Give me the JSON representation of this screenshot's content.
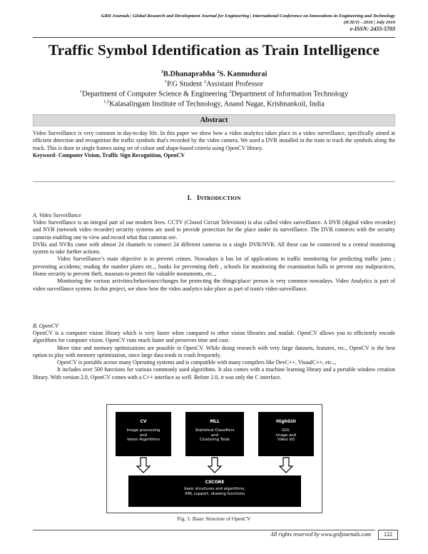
{
  "header": {
    "line1": "GRD Journals | Global Research and Development Journal for Engineering | International Conference on Innovations in Engineering and Technology",
    "line2": "(ICIET) - 2016 | July 2016",
    "line3": "e-ISSN: 2455-5703"
  },
  "title": "Traffic Symbol Identification as Train Intelligence",
  "authors": {
    "names": [
      {
        "sup": "1",
        "name": "B.Dhanaprabha "
      },
      {
        "sup": "2",
        "name": "S. Kannudurai"
      }
    ],
    "roles": [
      {
        "sup": "1",
        "text": "P.G Student "
      },
      {
        "sup": "2",
        "text": "Assistant Professor"
      }
    ],
    "depts": [
      {
        "sup": "1",
        "text": "Department of Computer Science & Engineering "
      },
      {
        "sup": "2",
        "text": "Department of Information Technology"
      }
    ],
    "inst": {
      "sup": "1,2",
      "text": "Kalasalingam Institute of Technology, Anand Nagar, Krishnankoil, India"
    }
  },
  "abstract": {
    "heading": "Abstract",
    "body": "Video Surveillance is very common in day-to-day life. In this paper we show how a video analytics takes place in a video surveillance, specifically aimed at efficient detection and recognition the traffic symbols that's recorded by the video camera. We used a DVR installed in the train to track the symbols along the track. This is done in single frames using set of colour and shape-based criteria using OpenCV library.",
    "keywords": "Keyword- Computer Vision, Traffic Sign Recognition, OpenCV"
  },
  "section1": {
    "numeral": "I.",
    "first": "I",
    "rest": "NTRODUCTION"
  },
  "subA": {
    "heading": "A.   Video Surveillance",
    "p1": "Video Surveillance is an integral part of our modern lives. CCTV (Closed Circuit Television) is also called video surveillance. A DVR (digital video recorder) and NVR (network video recorder) security systems are used to provide protection for the place under its surveillance. The DVR connects with the security cameras enabling one to view and record what that cameras see.",
    "p2": "DVRs and NVRs come with almost 24 channels to connect 24 different cameras to a single DVR/NVR. All these can be connected to a central monitoring system to take further actions.",
    "p3": "Video Surveillance’s main objective is to prevent crimes. Nowadays it has lot of applications in traffic monitoring for predicting traffic jams ; preventing accidents; reading the number plates etc.., banks for preventing theft , schools for monitoring the examination halls to prevent any malpractices, Home security to prevent theft, museum to protect the valuable monuments, etc..,",
    "p4": "Monitoring the various activities/behaviours/changes for protecting the things/place/ person is very common nowadays. Video Analytics is part of video surveillance system. In this project, we show how the video analytics take place as part of train's video surveillance."
  },
  "subB": {
    "heading": "B.   OpenCV",
    "p1": "OpenCV is a computer vision library which is very faster when compared to other vision libraries and matlab. OpenCV allows you to efficiently encode algorithms for computer vision. OpenCV runs much faster and preserves time and cost.",
    "p2": "More time and memory optimizations are possible in OpenCV. While doing research with very large datasets, features, etc., OpenCV is the best option to play with memory optimization, since large data tends to crash frequently.",
    "p3": "OpenCV is portable across many Operating systems and is compatible with many compilers like DevC++, VisualC++, etc..,",
    "p4": "It includes over 500 functions for various commonly used algorithms. It also comes with a machine learning library and a portable window creation library. With version 2.0, OpenCV comes with a C++ interface as well. Before 2.0, it was only the C interface."
  },
  "figure": {
    "boxes": [
      {
        "title": "CV",
        "lines": [
          "Image processing",
          "and",
          "Vision Algorithms"
        ]
      },
      {
        "title": "MLL",
        "lines": [
          "Statistical Classifiers",
          "and",
          "Clustering Tools"
        ]
      },
      {
        "title": "HighGUI",
        "lines": [
          "GUI,",
          "Image and",
          "Video I/O"
        ]
      }
    ],
    "core": {
      "title": "CXCORE",
      "lines": [
        "basic structures and algorithms,",
        "XML support, drawing functions"
      ]
    },
    "caption": "Fig. 1: Basic Structure of OpenCV"
  },
  "footer": {
    "rights": "All rights reserved by www.grdjournals.com",
    "page": "122"
  }
}
